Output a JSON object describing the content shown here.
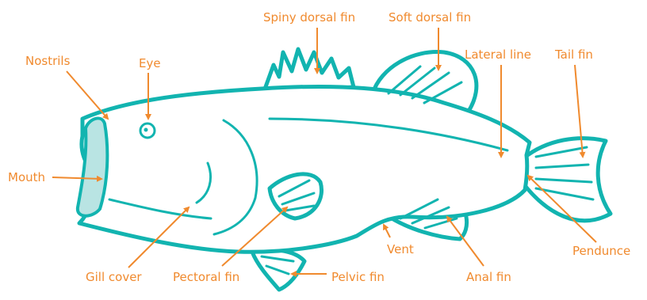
{
  "colors": {
    "outline": "#12b4b0",
    "body_fill": "#ffffff",
    "mouth_fill": "#b9e4e3",
    "label": "#f08a2e"
  },
  "labels": {
    "spiny_dorsal_fin": "Spiny dorsal fin",
    "soft_dorsal_fin": "Soft dorsal fin",
    "nostrils": "Nostrils",
    "eye": "Eye",
    "lateral_line": "Lateral line",
    "tail_fin": "Tail fin",
    "mouth": "Mouth",
    "vent": "Vent",
    "pendunce": "Pendunce",
    "gill_cover": "Gill cover",
    "pectoral_fin": "Pectoral fin",
    "pelvic_fin": "Pelvic fin",
    "anal_fin": "Anal fin"
  },
  "icons": {
    "subject": "largemouth-bass-icon",
    "pointer": "arrow-icon"
  }
}
